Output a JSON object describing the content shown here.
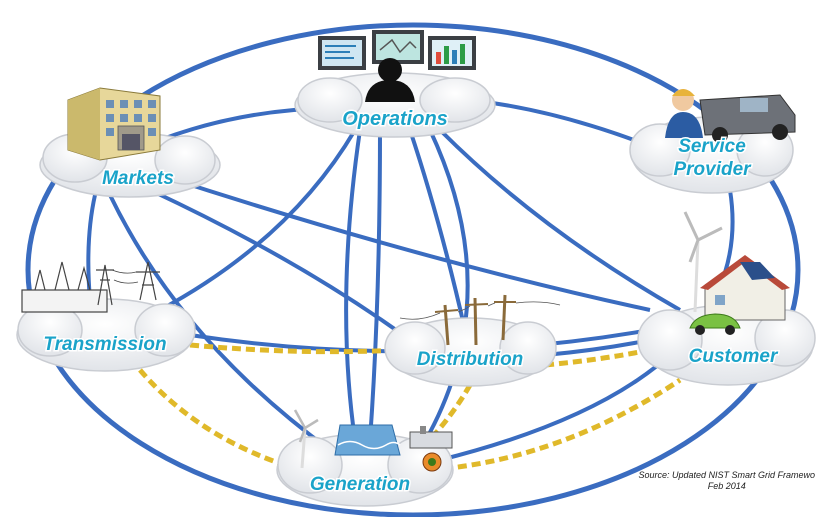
{
  "nodes": [
    {
      "id": "operations",
      "label": "Operations"
    },
    {
      "id": "markets",
      "label": "Markets"
    },
    {
      "id": "service_provider",
      "label_line1": "Service",
      "label_line2": "Provider"
    },
    {
      "id": "transmission",
      "label": "Transmission"
    },
    {
      "id": "distribution",
      "label": "Distribution"
    },
    {
      "id": "customer",
      "label": "Customer"
    },
    {
      "id": "generation",
      "label": "Generation"
    }
  ],
  "colors": {
    "communication_link": "#3a6cc0",
    "electrical_link": "#e0b92a",
    "label_text": "#1aa3c9",
    "cloud_fill": "#eef0f3"
  },
  "icons": {
    "operations": "control-room-monitors-icon",
    "markets": "office-building-icon",
    "service_provider": "technician-and-truck-icon",
    "transmission": "transmission-towers-icon",
    "distribution": "utility-poles-icon",
    "customer": "house-wind-turbine-ev-icon",
    "generation": "power-plant-turbine-dam-icon"
  },
  "source": {
    "line1": "Source:  Updated NIST Smart Grid Framewo",
    "line2": "Feb 2014"
  }
}
